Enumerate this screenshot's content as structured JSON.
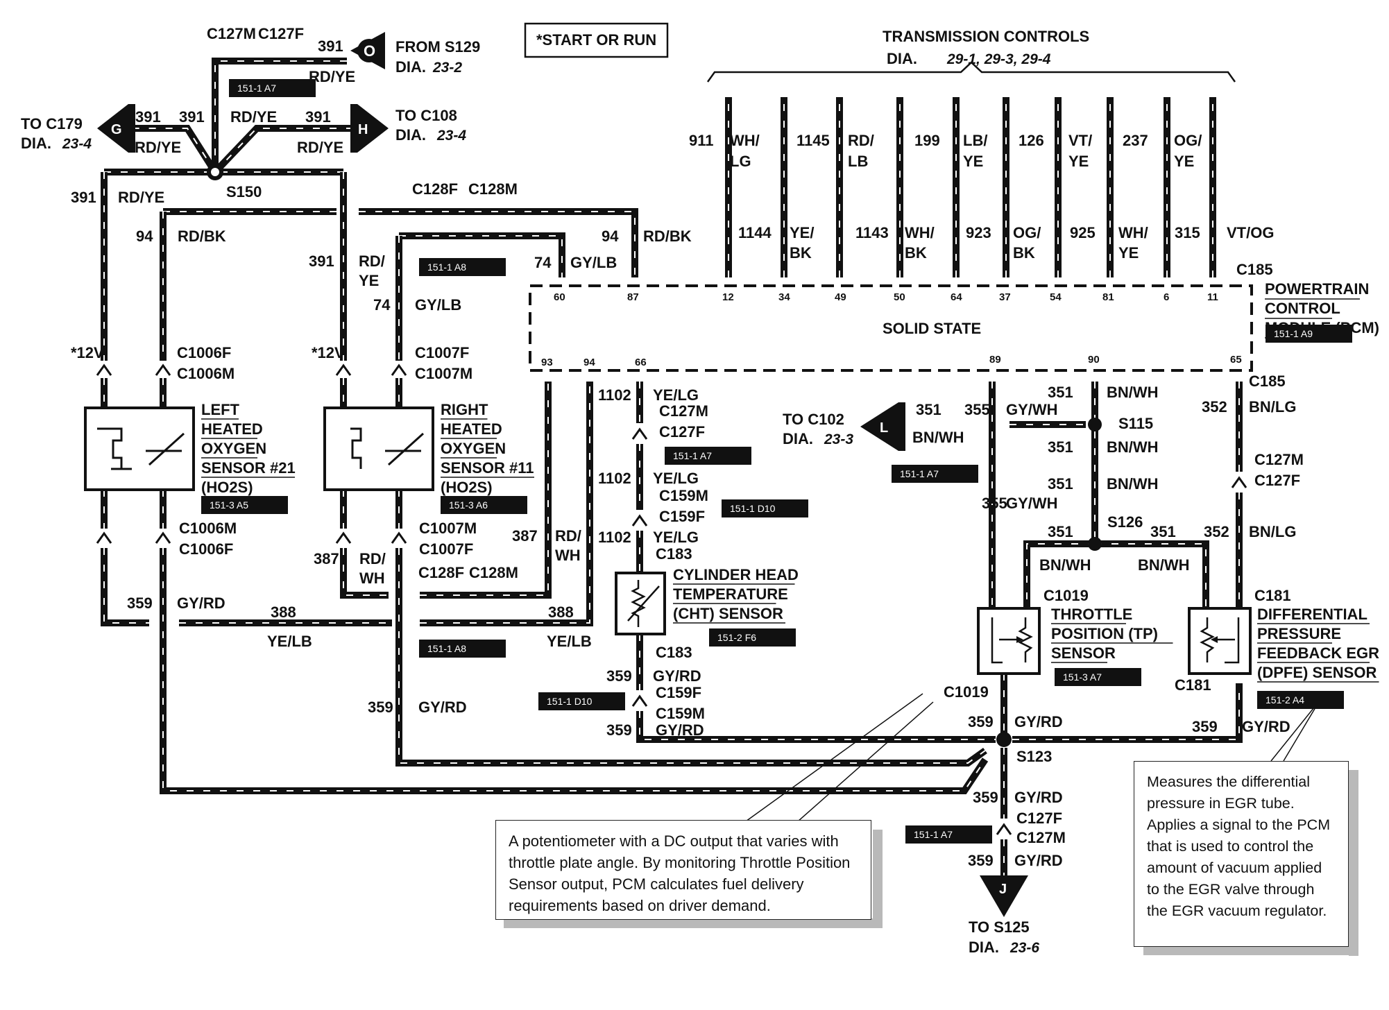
{
  "start_note": "*START OR RUN",
  "transmission": {
    "title": "TRANSMISSION CONTROLS",
    "dia_label": "DIA.",
    "dia_value": "29-1, 29-3, 29-4"
  },
  "pcm": {
    "connector": "C185",
    "name_line1": "POWERTRAIN",
    "name_line2": "CONTROL",
    "name_line3": "MODULE (PCM)",
    "ref": "151-1 A9",
    "solid_state": "SOLID STATE"
  },
  "pcm_pins": {
    "p60": "60",
    "p87": "87",
    "p12": "12",
    "p34": "34",
    "p49": "49",
    "p50": "50",
    "p64": "64",
    "p37": "37",
    "p54": "54",
    "p81": "81",
    "p6": "6",
    "p11": "11",
    "p93": "93",
    "p94": "94",
    "p66": "66",
    "p89": "89",
    "p90": "90",
    "p65": "65"
  },
  "trans_wires": {
    "c911": "911",
    "col911": "WH/",
    "col911b": "LG",
    "c1145": "1145",
    "col1145": "RD/",
    "col1145b": "LB",
    "c199": "199",
    "col199": "LB/",
    "col199b": "YE",
    "c126": "126",
    "col126": "VT/",
    "col126b": "YE",
    "c237": "237",
    "col237": "OG/",
    "col237b": "YE",
    "c1144": "1144",
    "col1144": "YE/",
    "col1144b": "BK",
    "c1143": "1143",
    "col1143": "WH/",
    "col1143b": "BK",
    "c923": "923",
    "col923": "OG/",
    "col923b": "BK",
    "c925": "925",
    "col925": "WH/",
    "col925b": "YE",
    "c315": "315",
    "col315": "VT/OG"
  },
  "offpage": {
    "from_s129": "FROM S129",
    "from_s129_dia": "23-2",
    "o_letter": "O",
    "to_c179": "TO C179",
    "to_c179_dia": "23-4",
    "g_letter": "G",
    "to_c108": "TO C108",
    "to_c108_dia": "23-4",
    "h_letter": "H",
    "to_c102": "TO C102",
    "to_c102_dia": "23-3",
    "l_letter": "L",
    "to_s125": "TO S125",
    "to_s125_dia": "23-6",
    "j_letter": "J",
    "dia": "DIA."
  },
  "connectors": {
    "c127m": "C127M",
    "c127f": "C127F",
    "c128f": "C128F",
    "c128m": "C128M",
    "c1006f": "C1006F",
    "c1006m": "C1006M",
    "c1007f": "C1007F",
    "c1007m": "C1007M",
    "c159m": "C159M",
    "c159f": "C159F",
    "c183": "C183",
    "c1019": "C1019",
    "c181": "C181",
    "c185": "C185",
    "s150": "S150",
    "s115": "S115",
    "s126": "S126",
    "s123": "S123",
    "v12": "*12V"
  },
  "circuits": {
    "n391": "391",
    "n94": "94",
    "n74": "74",
    "n359": "359",
    "n388": "388",
    "n387": "387",
    "n1102": "1102",
    "n351": "351",
    "n355": "355",
    "n352": "352"
  },
  "colors": {
    "rdye": "RD/YE",
    "rdye_a": "RD/",
    "rdye_b": "YE",
    "rdbk": "RD/BK",
    "gylb": "GY/LB",
    "gyrd": "GY/RD",
    "yelb": "YE/LB",
    "rdwh_a": "RD/",
    "rdwh_b": "WH",
    "yelg": "YE/LG",
    "gywh": "GY/WH",
    "bnwh": "BN/WH",
    "bnlg": "BN/LG"
  },
  "refs": {
    "a7": "151-1 A7",
    "a8": "151-1 A8",
    "d10": "151-1 D10",
    "f6": "151-2 F6",
    "a5": "151-3 A5",
    "a6": "151-3 A6",
    "tp_a7": "151-3 A7",
    "a4": "151-2 A4"
  },
  "components": {
    "left_ho2s": [
      "LEFT",
      "HEATED",
      "OXYGEN",
      "SENSOR #21",
      "(HO2S)"
    ],
    "right_ho2s": [
      "RIGHT",
      "HEATED",
      "OXYGEN",
      "SENSOR #11",
      "(HO2S)"
    ],
    "cht": [
      "CYLINDER HEAD",
      "TEMPERATURE",
      "(CHT) SENSOR"
    ],
    "tp": [
      "THROTTLE",
      "POSITION (TP)",
      "SENSOR"
    ],
    "dpfe": [
      "DIFFERENTIAL",
      "PRESSURE",
      "FEEDBACK EGR",
      "(DPFE) SENSOR"
    ]
  },
  "notes": {
    "tp": "A potentiometer with a DC output that varies with throttle plate angle. By monitoring Throttle Position Sensor output, PCM calculates fuel delivery requirements based on driver demand.",
    "dpfe": "Measures the differential pressure in EGR tube. Applies a signal to the PCM that is used to control the amount of vacuum applied to the EGR valve through the EGR vacuum regulator."
  }
}
